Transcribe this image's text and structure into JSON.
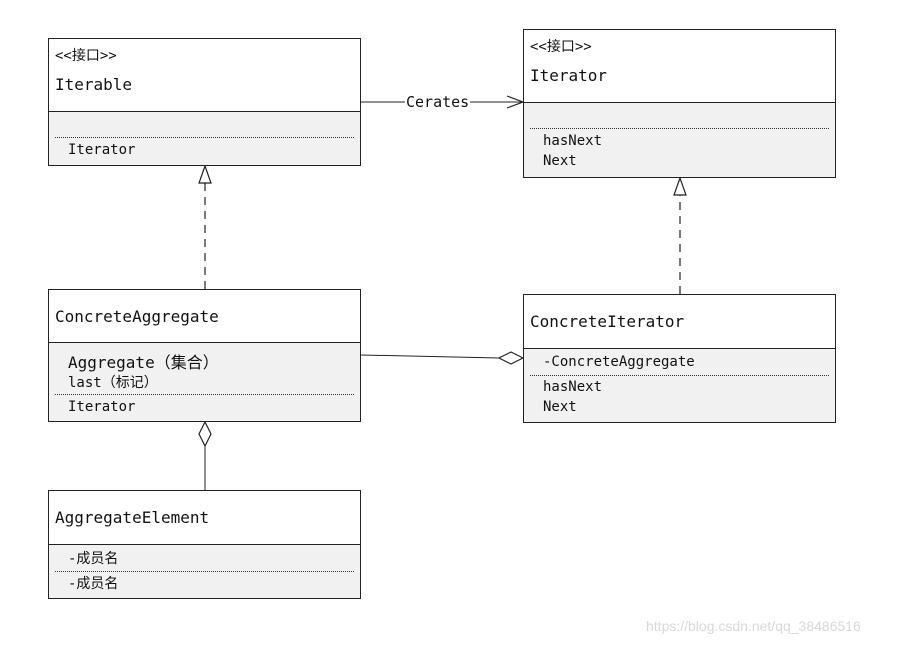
{
  "classes": {
    "iterable": {
      "stereotype": "<<接口>>",
      "name": "Iterable",
      "methods": [
        "Iterator"
      ]
    },
    "iterator": {
      "stereotype": "<<接口>>",
      "name": "Iterator",
      "methods": [
        "hasNext",
        "Next"
      ]
    },
    "concrete_aggregate": {
      "name": "ConcreteAggregate",
      "fields": [
        "Aggregate（集合）",
        "last（标记）"
      ],
      "methods": [
        "Iterator"
      ]
    },
    "concrete_iterator": {
      "name": "ConcreteIterator",
      "fields": [
        "-ConcreteAggregate"
      ],
      "methods": [
        "hasNext",
        "Next"
      ]
    },
    "aggregate_element": {
      "name": "AggregateElement",
      "fields": [
        "-成员名"
      ],
      "methods": [
        "-成员名"
      ]
    }
  },
  "relations": {
    "creates_label": "Cerates"
  },
  "watermark": "https://blog.csdn.net/qq_38486516"
}
